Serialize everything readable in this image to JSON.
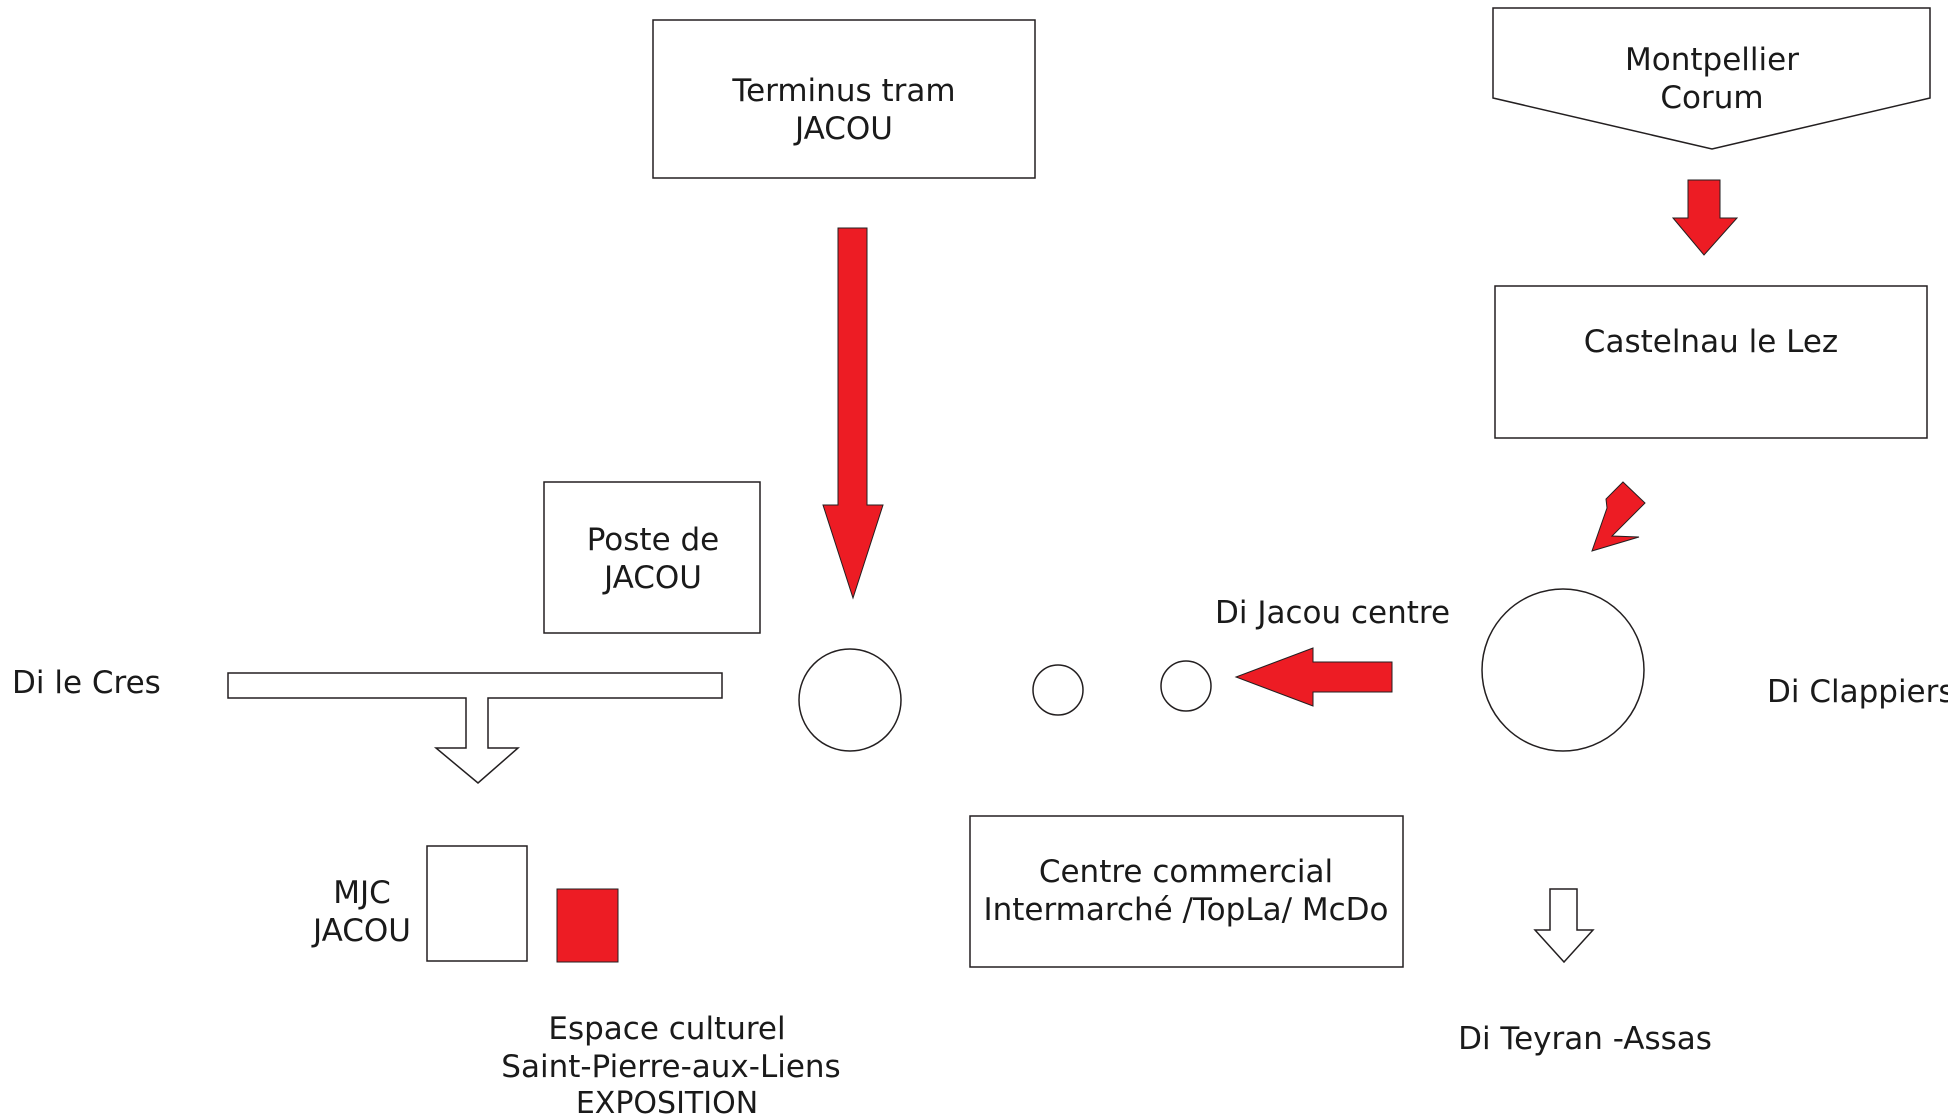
{
  "diagram": {
    "colors": {
      "accent": "#ed1c24",
      "stroke": "#231f20",
      "background": "#ffffff"
    },
    "boxes": {
      "terminus_tram": [
        "Terminus tram",
        "JACOU"
      ],
      "montpellier": [
        "Montpellier",
        "Corum"
      ],
      "castelnau": [
        "Castelnau le Lez"
      ],
      "poste": [
        "Poste de",
        "JACOU"
      ],
      "centre_commercial": [
        "Centre commercial",
        "Intermarché /TopLa/ McDo"
      ]
    },
    "labels": {
      "di_le_cres": "Di le Cres",
      "di_jacou_centre": "Di Jacou centre",
      "di_clappiers": "Di Clappiers",
      "mjc": [
        "MJC",
        "JACOU"
      ],
      "espace_culturel": [
        "Espace culturel",
        "Saint-Pierre-aux-Liens",
        "EXPOSITION"
      ],
      "di_teyran": "Di Teyran -Assas"
    }
  }
}
